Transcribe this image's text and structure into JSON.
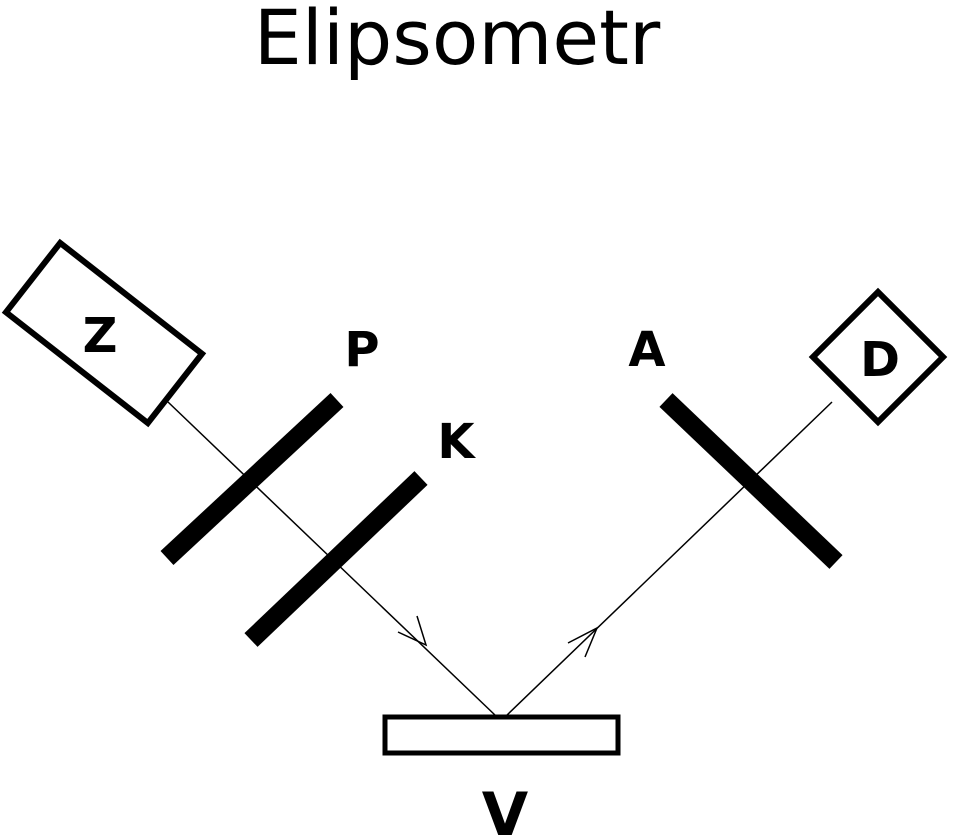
{
  "title": "Elipsometr",
  "labels": {
    "source": "Z",
    "polarizer": "P",
    "compensator": "K",
    "analyzer": "A",
    "detector": "D",
    "sample": "V"
  }
}
